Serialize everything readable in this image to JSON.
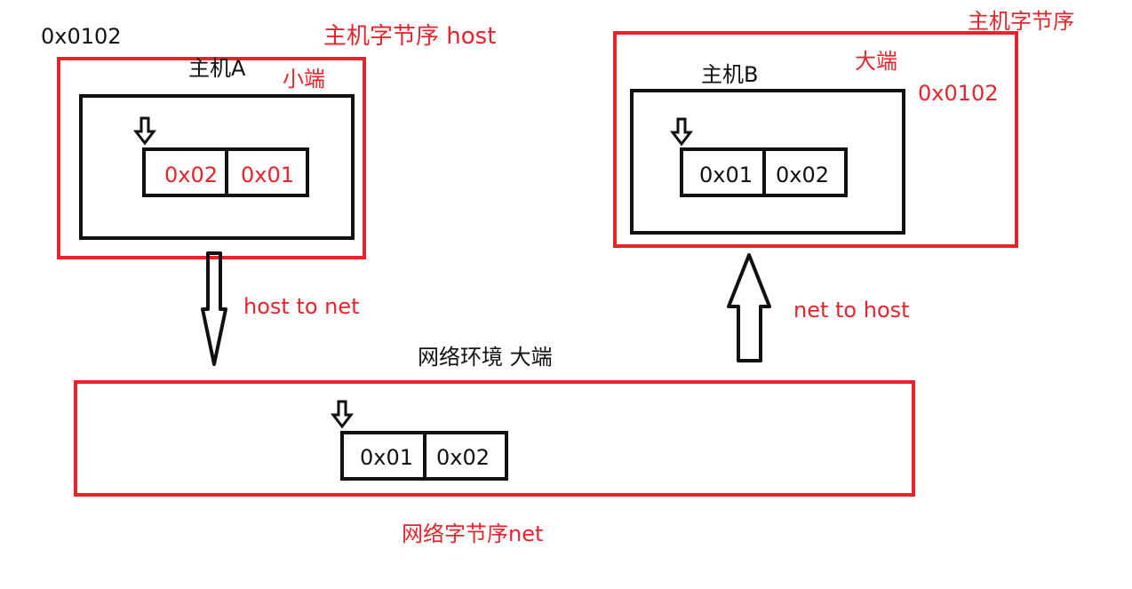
{
  "colors": {
    "red": "#e8232b",
    "black": "#111111",
    "background": "#ffffff"
  },
  "host_a": {
    "value": "0x0102",
    "label": "主机A",
    "byte_order_label": "主机字节序 host",
    "endian_label": "小端",
    "bytes": [
      "0x02",
      "0x01"
    ]
  },
  "host_b": {
    "byte_order_label": "主机字节序",
    "label": "主机B",
    "endian_label": "大端",
    "value": "0x0102",
    "bytes": [
      "0x01",
      "0x02"
    ]
  },
  "conversions": {
    "host_to_net": "host to net",
    "net_to_host": "net to host"
  },
  "network": {
    "label": "网络环境 大端",
    "bytes": [
      "0x01",
      "0x02"
    ],
    "byte_order_label": "网络字节序net"
  },
  "icons": [
    "down-arrow-icon",
    "hollow-down-arrow-icon",
    "hollow-up-arrow-icon"
  ]
}
